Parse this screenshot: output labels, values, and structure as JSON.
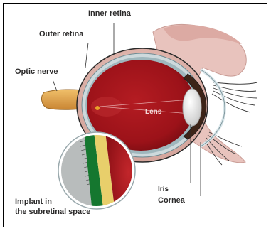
{
  "labels": {
    "inner_retina": "Inner retina",
    "outer_retina": "Outer retina",
    "optic_nerve": "Optic nerve",
    "lens": "Lens",
    "iris": "Iris",
    "cornea": "Cornea",
    "implant_line1": "Implant in",
    "implant_line2": "the subretinal space"
  },
  "colors": {
    "eye_interior": "#a3141c",
    "sclera": "#e2b9b0",
    "retina_band": "#cdd9dc",
    "optic_nerve": "#e4a24a",
    "implant_green": "#15772f",
    "implant_yellow": "#e8cf6b",
    "outline": "#2a2a2a"
  }
}
